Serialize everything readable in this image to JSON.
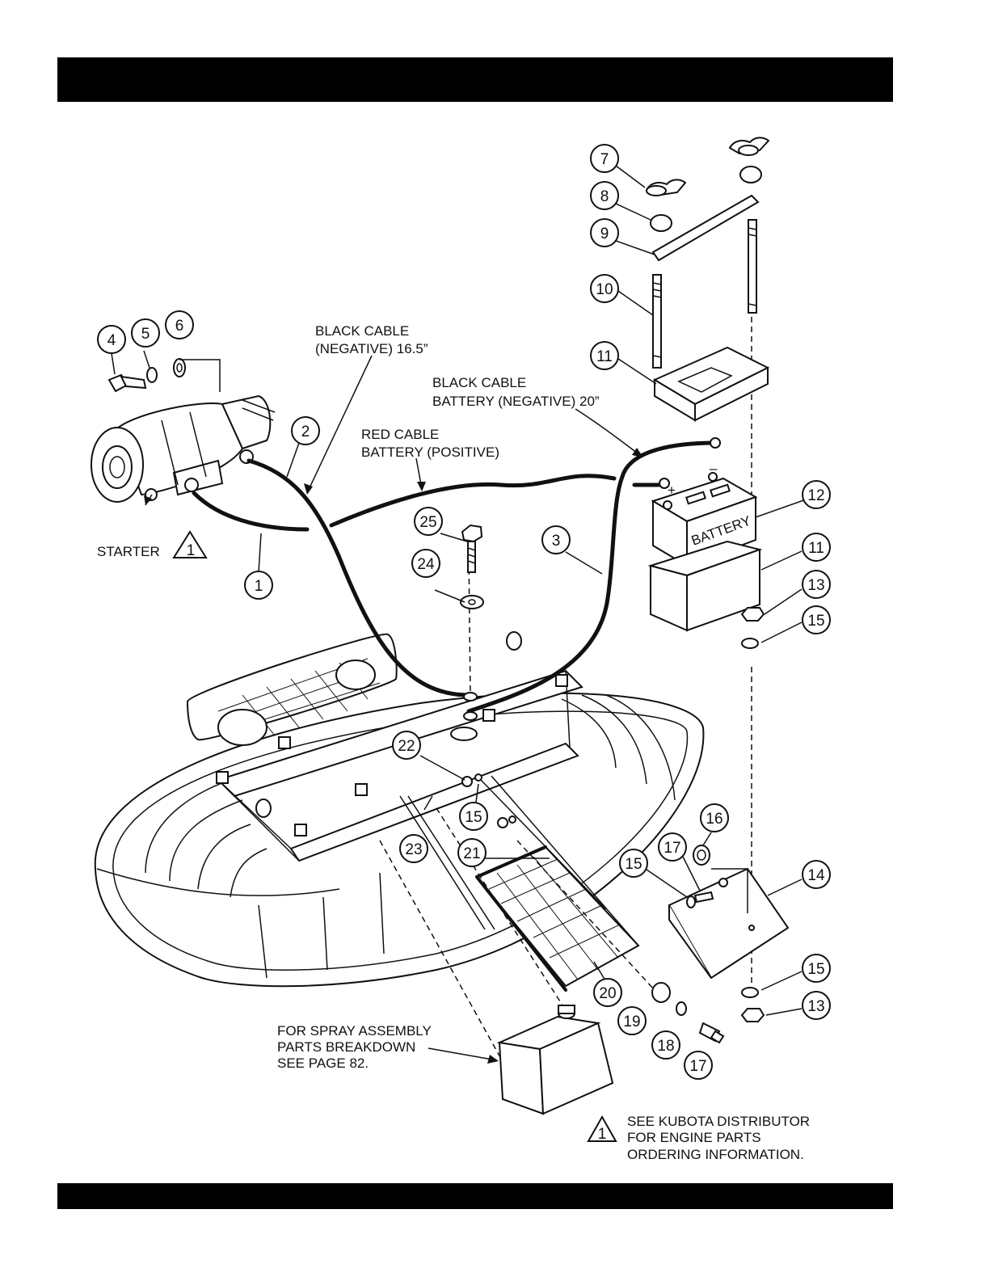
{
  "header": {
    "title": ""
  },
  "footer": {
    "text": ""
  },
  "labels": {
    "black_cable_neg_1": "BLACK CABLE",
    "black_cable_neg_2": "(NEGATIVE) 16.5”",
    "black_cable_bat_1": "BLACK CABLE",
    "black_cable_bat_2": "BATTERY (NEGATIVE) 20”",
    "red_cable_1": "RED CABLE",
    "red_cable_2": "BATTERY (POSITIVE)",
    "starter": "STARTER",
    "battery": "BATTERY",
    "battery_plus": "+",
    "battery_minus": "–",
    "spray_1": "FOR SPRAY ASSEMBLY",
    "spray_2": "PARTS BREAKDOWN",
    "spray_3": "SEE PAGE 82.",
    "note_1": "SEE KUBOTA DISTRIBUTOR",
    "note_2": "FOR ENGINE PARTS",
    "note_3": "ORDERING INFORMATION.",
    "note_marker": "1"
  },
  "callouts": [
    "7",
    "8",
    "9",
    "10",
    "11",
    "12",
    "11",
    "13",
    "15",
    "4",
    "5",
    "6",
    "2",
    "1",
    "25",
    "24",
    "3",
    "22",
    "15",
    "23",
    "21",
    "16",
    "17",
    "15",
    "14",
    "20",
    "19",
    "18",
    "17",
    "15",
    "13"
  ]
}
